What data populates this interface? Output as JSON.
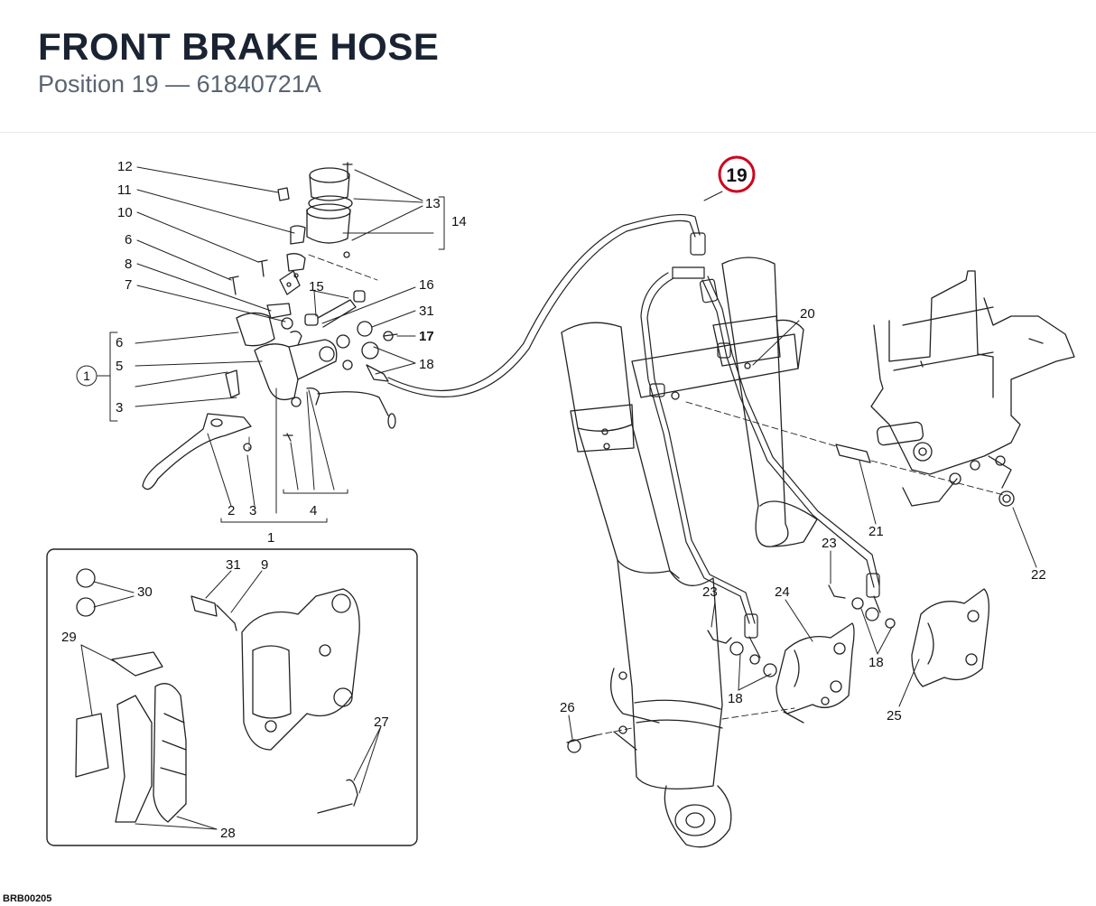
{
  "header": {
    "title": "FRONT BRAKE HOSE",
    "position_label": "Position",
    "position_number": "19",
    "separator": "—",
    "part_number": "61840721A"
  },
  "diagram_code": "BRB00205",
  "highlight": {
    "label": "19",
    "color": "#d0021b"
  },
  "callouts": {
    "c12": "12",
    "c11": "11",
    "c10": "10",
    "c6a": "6",
    "c8": "8",
    "c7": "7",
    "c13": "13",
    "c14": "14",
    "c15": "15",
    "c16": "16",
    "c31a": "31",
    "c17": "17",
    "c18a": "18",
    "c1a": "1",
    "c6b": "6",
    "c5": "5",
    "c3a": "3",
    "c2": "2",
    "c3b": "3",
    "c4": "4",
    "c1b": "1",
    "c20": "20",
    "c21": "21",
    "c22": "22",
    "c23a": "23",
    "c23b": "23",
    "c24": "24",
    "c18b": "18",
    "c18c": "18",
    "c25": "25",
    "c26": "26",
    "c31b": "31",
    "c9": "9",
    "c30": "30",
    "c29": "29",
    "c27": "27",
    "c28": "28"
  }
}
